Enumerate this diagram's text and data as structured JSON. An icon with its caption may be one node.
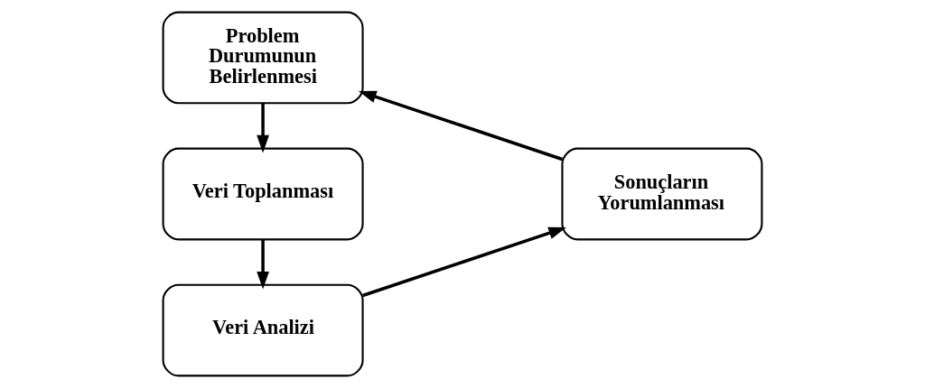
{
  "diagram": {
    "nodes": [
      {
        "text": [
          "Problem Durumunun Belirlenmesi"
        ]
      },
      {
        "text": [
          "Veri Toplanması"
        ]
      },
      {
        "text": [
          "Veri Analizi"
        ]
      },
      {
        "text": [
          "Sonuçların Yorumlanması"
        ]
      }
    ],
    "edges": [
      {
        "from": 0,
        "to": 1,
        "arrow": "to"
      },
      {
        "from": 1,
        "to": 2,
        "arrow": "to"
      },
      {
        "from": 2,
        "to": 3,
        "arrow": "to"
      },
      {
        "from": 3,
        "to": 0,
        "arrow": "to"
      }
    ]
  }
}
